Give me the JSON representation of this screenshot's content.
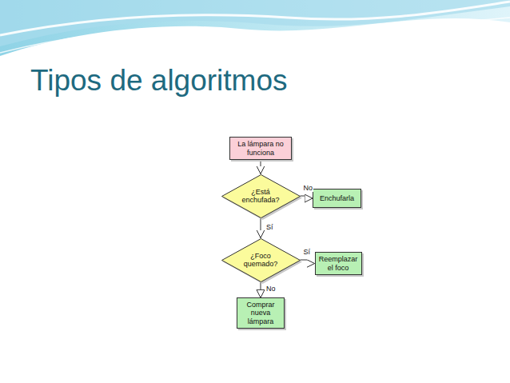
{
  "diagram": {
    "title": "Tipos de algoritmos",
    "nodes": [
      {
        "text": [
          "La lámpara no funciona"
        ]
      },
      {
        "text": [
          "¿Está enchufada?"
        ]
      },
      {
        "text": [
          "Enchufarla"
        ]
      },
      {
        "text": [
          "¿Foco quemado?"
        ]
      },
      {
        "text": [
          "Reemplazar el foco"
        ]
      },
      {
        "text": [
          "Comprar nueva lámpara"
        ]
      }
    ],
    "edges": [
      {
        "from": 0,
        "to": 1,
        "arrow": "to"
      },
      {
        "from": 1,
        "to": 2,
        "label": "No",
        "arrow": "to"
      },
      {
        "from": 1,
        "to": 3,
        "label": "Sí",
        "arrow": "to"
      },
      {
        "from": 3,
        "to": 4,
        "label": "Sí",
        "arrow": "to"
      },
      {
        "from": 3,
        "to": 5,
        "label": "No",
        "arrow": "to"
      }
    ]
  }
}
